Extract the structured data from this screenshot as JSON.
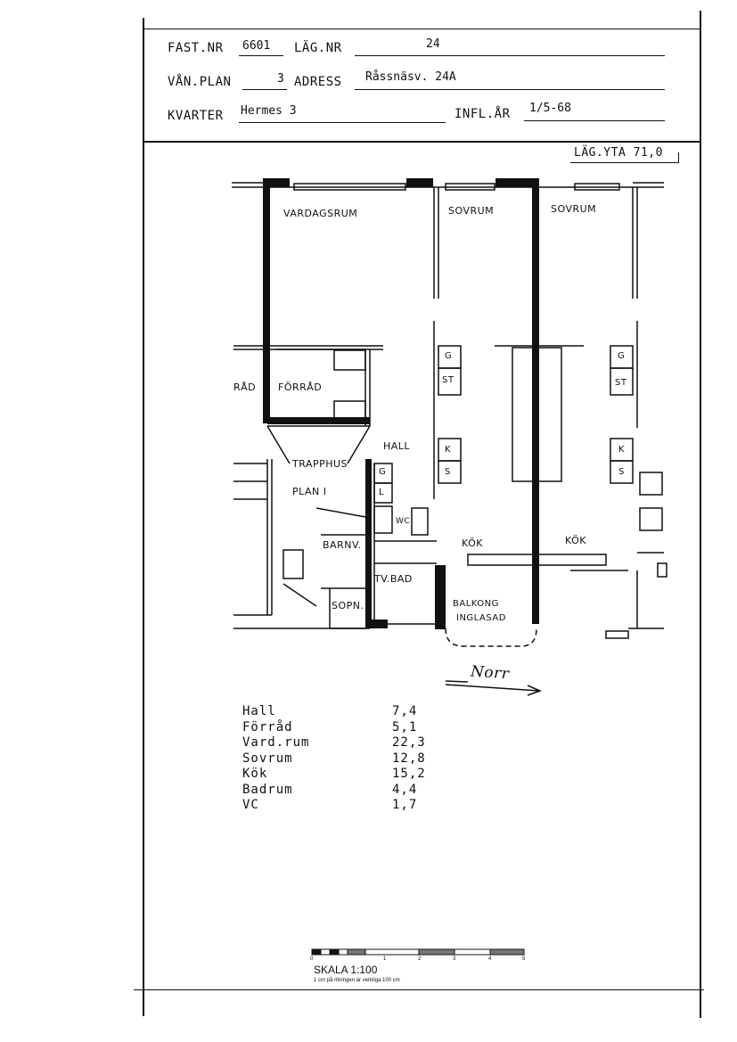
{
  "header": {
    "fast_nr_label": "FAST.NR",
    "fast_nr": "6601",
    "lag_nr_label": "LÄG.NR",
    "lag_nr": "24",
    "van_plan_label": "VÅN.PLAN",
    "van_plan": "3",
    "adress_label": "ADRESS",
    "adress": "Råssnäsv. 24A",
    "kvarter_label": "KVARTER",
    "kvarter": "Hermes 3",
    "infl_ar_label": "INFL.ÅR",
    "infl_ar": "1/5-68"
  },
  "lag_yta": "LÄG.YTA 71,0",
  "plan": {
    "rooms": {
      "vardagsrum": "VARDAGSRUM",
      "sovrum1": "SOVRUM",
      "sovrum2": "SOVRUM",
      "forrad_left": "RÅD",
      "forrad": "FÖRRÅD",
      "hall": "HALL",
      "trapphus": "TRAPPHUS",
      "plan": "PLAN I",
      "barnv": "BARNV.",
      "sopn": "SOPN.",
      "tv_bad": "TV.BAD",
      "kok1": "KÖK",
      "kok2": "KÖK",
      "wc": "WC",
      "balkong_1": "BALKONG",
      "balkong_2": "INGLASAD",
      "g1": "G",
      "st1": "ST",
      "g2": "G",
      "st2": "ST",
      "k1": "K",
      "s1": "S",
      "k2": "K",
      "s2": "S",
      "g3": "G",
      "l3": "L"
    },
    "north": "Norr"
  },
  "areas": [
    {
      "name": "Hall",
      "value": "7,4"
    },
    {
      "name": "Förråd",
      "value": "5,1"
    },
    {
      "name": "Vard.rum",
      "value": "22,3"
    },
    {
      "name": "Sovrum",
      "value": "12,8"
    },
    {
      "name": "Kök",
      "value": "15,2"
    },
    {
      "name": "Badrum",
      "value": "4,4"
    },
    {
      "name": "VC",
      "value": "1,7"
    }
  ],
  "scale": {
    "label": "SKALA 1:100",
    "note": "1 cm på ritningen är verkliga 100 cm",
    "ticks": [
      "0",
      "1",
      "2",
      "3",
      "4",
      "5"
    ]
  }
}
